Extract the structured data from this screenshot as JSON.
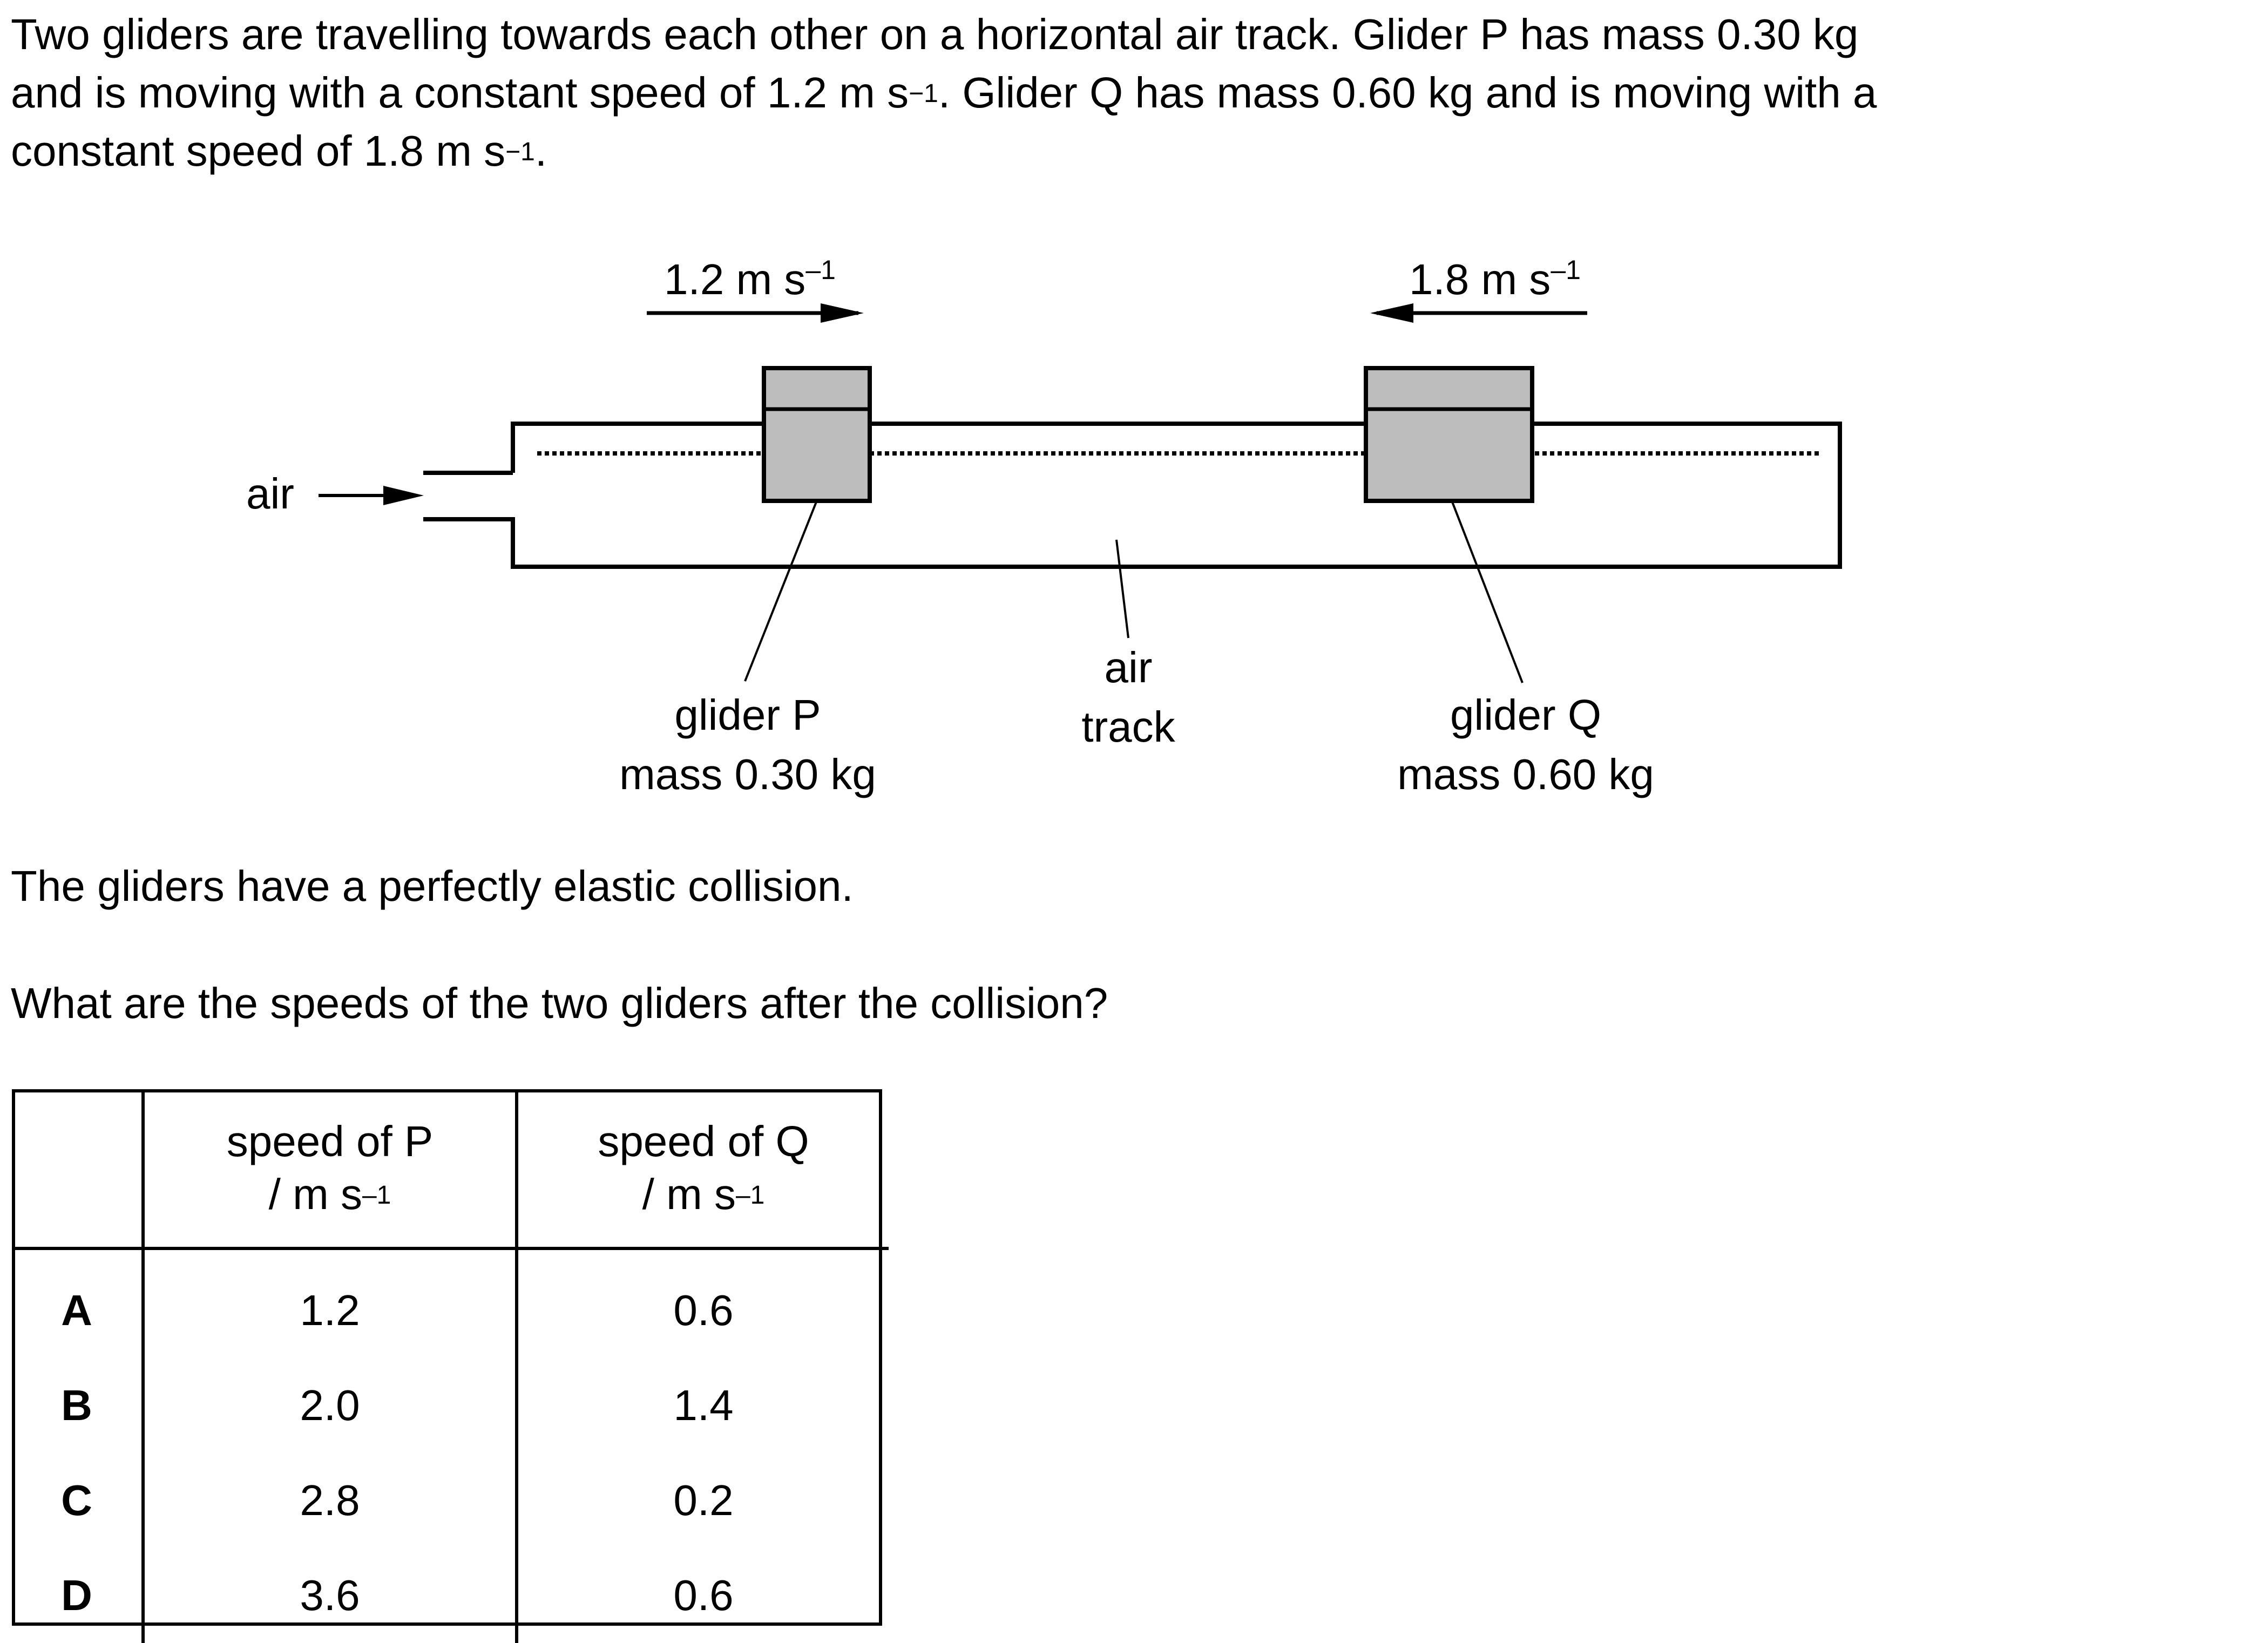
{
  "intro": {
    "line1": "Two gliders are travelling towards each other on a horizontal air track. Glider P has mass 0.30 kg",
    "line2_a": "and is moving with a constant speed of 1.2 m s",
    "line2_b": ". Glider Q has mass 0.60 kg and is moving with a",
    "line3_a": "constant speed of 1.8 m s",
    "line3_b": ".",
    "exponent": "−1"
  },
  "diagram": {
    "speed_p": "1.2 m s",
    "speed_q": "1.8 m s",
    "exponent": "–1",
    "air_label": "air",
    "glider_p_line1": "glider P",
    "glider_p_line2": "mass 0.30 kg",
    "track_line1": "air",
    "track_line2": "track",
    "glider_q_line1": "glider Q",
    "glider_q_line2": "mass 0.60 kg",
    "glider_fill": "#bdbdbd"
  },
  "statement": "The gliders have a perfectly elastic collision.",
  "question": "What are the speeds of the two gliders after the collision?",
  "table": {
    "header_p_line1": "speed of P",
    "header_q_line1": "speed of Q",
    "unit_prefix": "/ m s",
    "unit_exponent": "–1",
    "rows": [
      {
        "letter": "A",
        "p": "1.2",
        "q": "0.6"
      },
      {
        "letter": "B",
        "p": "2.0",
        "q": "1.4"
      },
      {
        "letter": "C",
        "p": "2.8",
        "q": "0.2"
      },
      {
        "letter": "D",
        "p": "3.6",
        "q": "0.6"
      }
    ]
  }
}
